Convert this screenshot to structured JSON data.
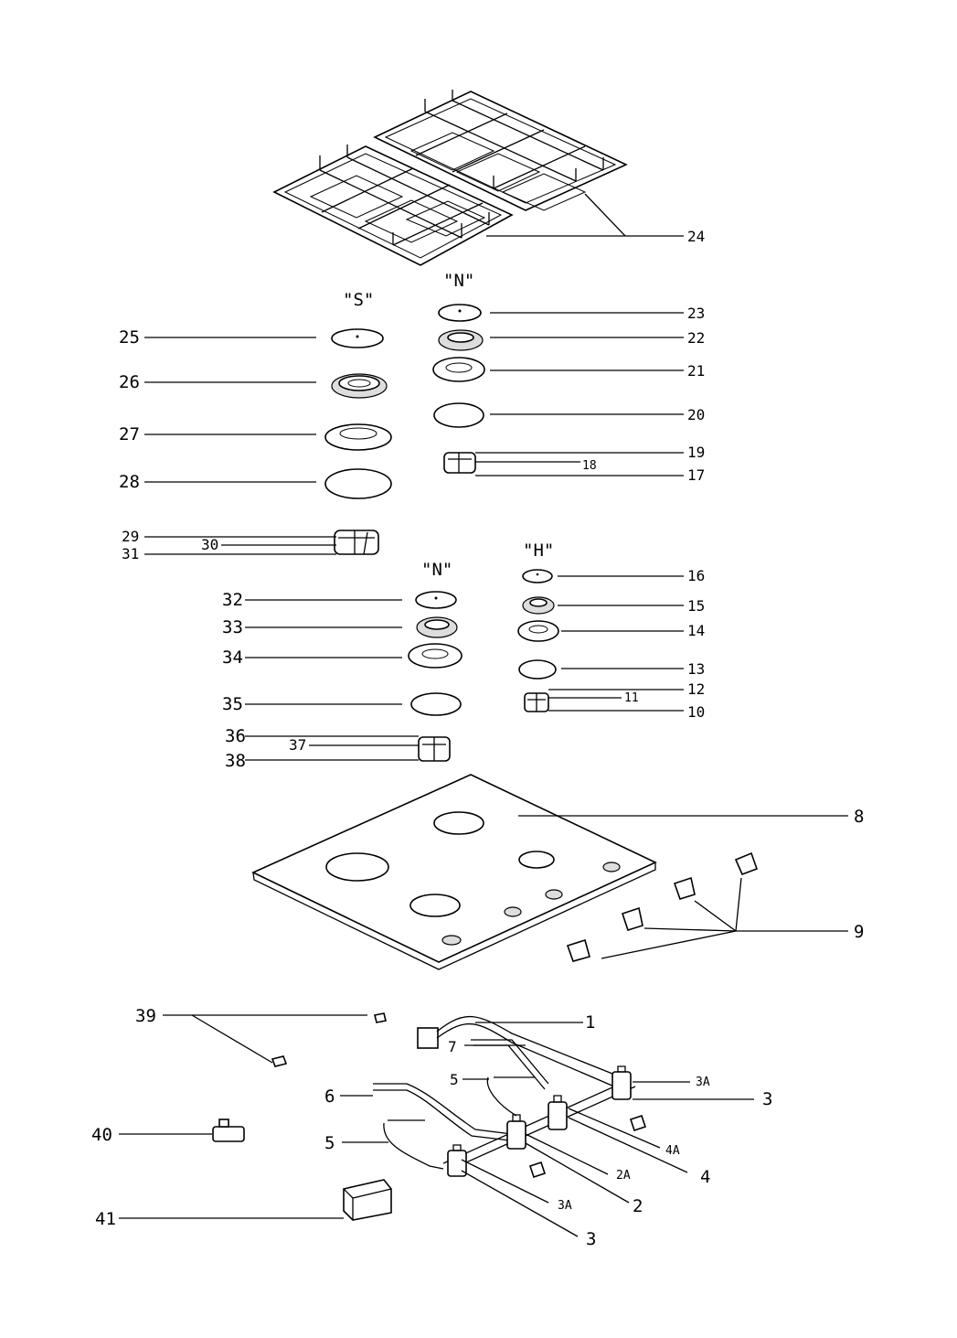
{
  "titles": {
    "s_burner": "\"S\"",
    "n_burner_top": "\"N\"",
    "n_burner_bottom": "\"N\"",
    "h_burner": "\"H\""
  },
  "labels": {
    "l1": "1",
    "l2": "2",
    "l2a": "2A",
    "l3a_top": "3A",
    "l3_top": "3",
    "l3a_bottom": "3A",
    "l3_bottom": "3",
    "l4": "4",
    "l4a": "4A",
    "l5_top": "5",
    "l5_left": "5",
    "l6": "6",
    "l7": "7",
    "l8": "8",
    "l9": "9",
    "l10": "10",
    "l11": "11",
    "l12": "12",
    "l13": "13",
    "l14": "14",
    "l15": "15",
    "l16": "16",
    "l17": "17",
    "l18": "18",
    "l19": "19",
    "l20": "20",
    "l21": "21",
    "l22": "22",
    "l23": "23",
    "l24": "24",
    "l25": "25",
    "l26": "26",
    "l27": "27",
    "l28": "28",
    "l29": "29",
    "l30": "30",
    "l31": "31",
    "l32": "32",
    "l33": "33",
    "l34": "34",
    "l35": "35",
    "l36": "36",
    "l37": "37",
    "l38": "38",
    "l39": "39",
    "l40": "40",
    "l41": "41"
  },
  "colors": {
    "ink": "#000000",
    "paper": "#ffffff"
  }
}
